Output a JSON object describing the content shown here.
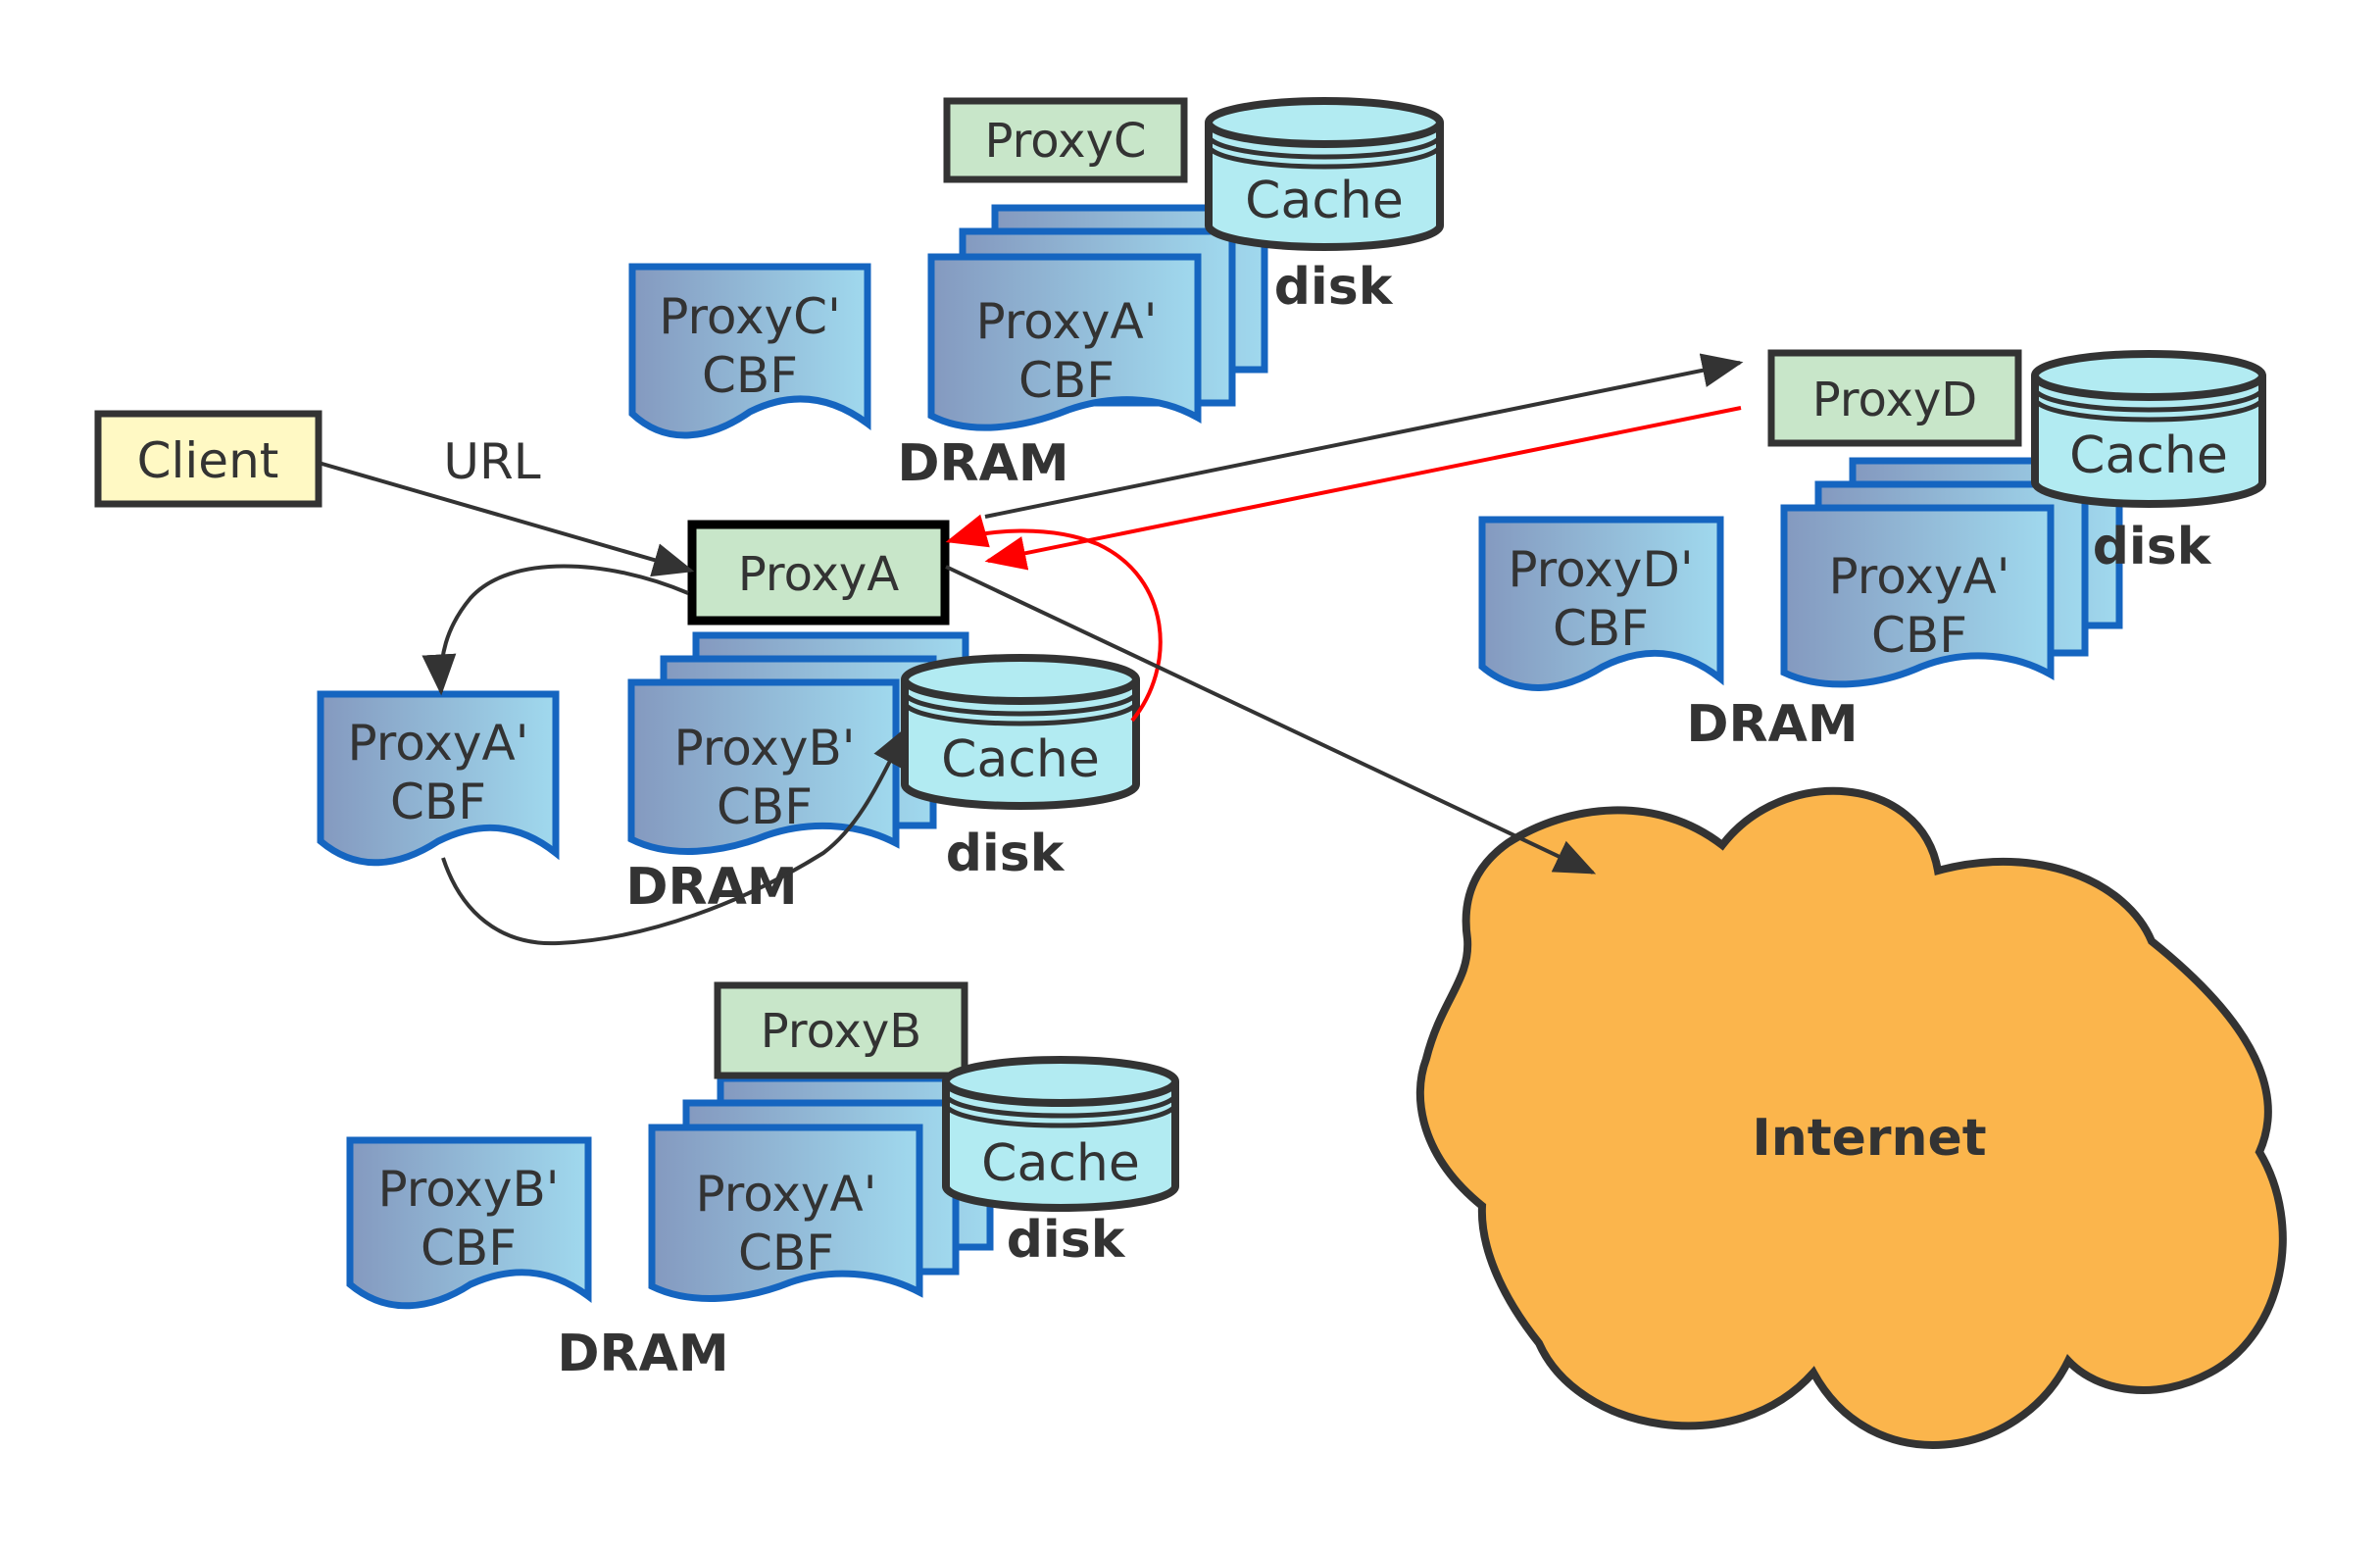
{
  "colors": {
    "proxy_fill": "#c8e6c9",
    "client_fill": "#fff9c4",
    "cache_fill": "#b2ebf2",
    "doc_stroke": "#1565c0",
    "doc_grad_start": "#8499bf",
    "doc_grad_end": "#9fd8ec",
    "internet_fill": "#fbb54c",
    "outline": "#333333",
    "red_arrow": "#ff0000"
  },
  "client": {
    "label": "Client"
  },
  "edge_labels": {
    "url": "URL"
  },
  "internet": {
    "label": "Internet"
  },
  "clusters": {
    "proxyA": {
      "proxy_label": "ProxyA",
      "cache_label": "Cache",
      "disk_label": "disk",
      "dram_label": "DRAM",
      "own_cbf": [
        "ProxyA'",
        "CBF"
      ],
      "stack_cbf": [
        "ProxyB'",
        "CBF"
      ]
    },
    "proxyB": {
      "proxy_label": "ProxyB",
      "cache_label": "Cache",
      "disk_label": "disk",
      "dram_label": "DRAM",
      "own_cbf": [
        "ProxyB'",
        "CBF"
      ],
      "stack_cbf": [
        "ProxyA'",
        "CBF"
      ]
    },
    "proxyC": {
      "proxy_label": "ProxyC",
      "cache_label": "Cache",
      "disk_label": "disk",
      "dram_label": "DRAM",
      "own_cbf": [
        "ProxyC'",
        "CBF"
      ],
      "stack_cbf": [
        "ProxyA'",
        "CBF"
      ]
    },
    "proxyD": {
      "proxy_label": "ProxyD",
      "cache_label": "Cache",
      "disk_label": "disk",
      "dram_label": "DRAM",
      "own_cbf": [
        "ProxyD'",
        "CBF"
      ],
      "stack_cbf": [
        "ProxyA'",
        "CBF"
      ]
    }
  },
  "edges": [
    {
      "from": "Client",
      "to": "ProxyA",
      "label": "URL",
      "color": "black"
    },
    {
      "from": "ProxyA",
      "to": "ProxyA' CBF",
      "color": "black"
    },
    {
      "from": "ProxyA' CBF",
      "to": "ProxyA Cache",
      "color": "black"
    },
    {
      "from": "ProxyA",
      "to": "ProxyD",
      "color": "black"
    },
    {
      "from": "ProxyD",
      "to": "ProxyA",
      "color": "red"
    },
    {
      "from": "ProxyA Cache",
      "to": "ProxyA",
      "color": "red"
    },
    {
      "from": "ProxyA",
      "to": "Internet",
      "color": "black"
    }
  ]
}
